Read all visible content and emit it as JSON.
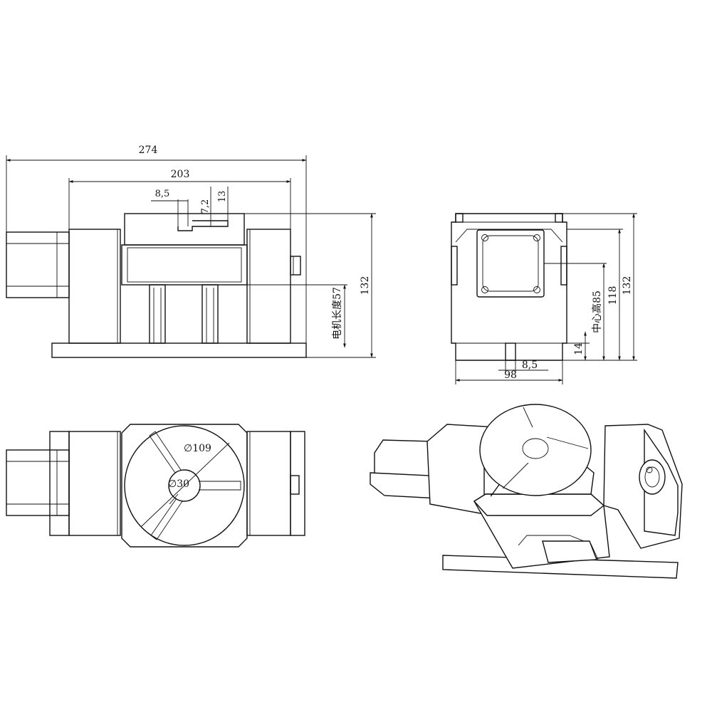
{
  "front_view": {
    "dim_overall_length": "274",
    "dim_body_length": "203",
    "dim_slot_offset": "8,5",
    "dim_slot_width": "7,2",
    "dim_slot_depth": "13",
    "dim_motor_length": "电机长度57",
    "dim_total_height": "132"
  },
  "side_view": {
    "dim_center_height": "中心高85",
    "dim_height_118": "118",
    "dim_height_132": "132",
    "dim_base_14": "14",
    "dim_slot_8_5": "8,5",
    "dim_width_98": "98"
  },
  "top_view": {
    "dim_chuck_dia": "∅109",
    "dim_bore_dia": "∅30"
  }
}
